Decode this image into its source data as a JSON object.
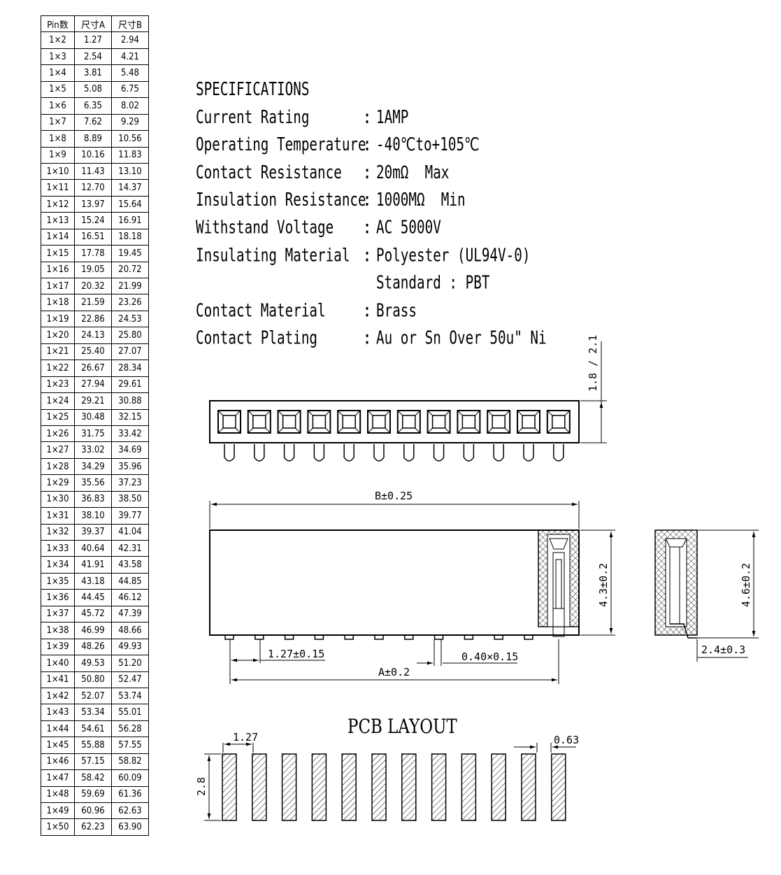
{
  "table": {
    "headers": [
      "Pin数",
      "尺寸A",
      "尺寸B"
    ],
    "rows": [
      [
        "1×2",
        "1.27",
        "2.94"
      ],
      [
        "1×3",
        "2.54",
        "4.21"
      ],
      [
        "1×4",
        "3.81",
        "5.48"
      ],
      [
        "1×5",
        "5.08",
        "6.75"
      ],
      [
        "1×6",
        "6.35",
        "8.02"
      ],
      [
        "1×7",
        "7.62",
        "9.29"
      ],
      [
        "1×8",
        "8.89",
        "10.56"
      ],
      [
        "1×9",
        "10.16",
        "11.83"
      ],
      [
        "1×10",
        "11.43",
        "13.10"
      ],
      [
        "1×11",
        "12.70",
        "14.37"
      ],
      [
        "1×12",
        "13.97",
        "15.64"
      ],
      [
        "1×13",
        "15.24",
        "16.91"
      ],
      [
        "1×14",
        "16.51",
        "18.18"
      ],
      [
        "1×15",
        "17.78",
        "19.45"
      ],
      [
        "1×16",
        "19.05",
        "20.72"
      ],
      [
        "1×17",
        "20.32",
        "21.99"
      ],
      [
        "1×18",
        "21.59",
        "23.26"
      ],
      [
        "1×19",
        "22.86",
        "24.53"
      ],
      [
        "1×20",
        "24.13",
        "25.80"
      ],
      [
        "1×21",
        "25.40",
        "27.07"
      ],
      [
        "1×22",
        "26.67",
        "28.34"
      ],
      [
        "1×23",
        "27.94",
        "29.61"
      ],
      [
        "1×24",
        "29.21",
        "30.88"
      ],
      [
        "1×25",
        "30.48",
        "32.15"
      ],
      [
        "1×26",
        "31.75",
        "33.42"
      ],
      [
        "1×27",
        "33.02",
        "34.69"
      ],
      [
        "1×28",
        "34.29",
        "35.96"
      ],
      [
        "1×29",
        "35.56",
        "37.23"
      ],
      [
        "1×30",
        "36.83",
        "38.50"
      ],
      [
        "1×31",
        "38.10",
        "39.77"
      ],
      [
        "1×32",
        "39.37",
        "41.04"
      ],
      [
        "1×33",
        "40.64",
        "42.31"
      ],
      [
        "1×34",
        "41.91",
        "43.58"
      ],
      [
        "1×35",
        "43.18",
        "44.85"
      ],
      [
        "1×36",
        "44.45",
        "46.12"
      ],
      [
        "1×37",
        "45.72",
        "47.39"
      ],
      [
        "1×38",
        "46.99",
        "48.66"
      ],
      [
        "1×39",
        "48.26",
        "49.93"
      ],
      [
        "1×40",
        "49.53",
        "51.20"
      ],
      [
        "1×41",
        "50.80",
        "52.47"
      ],
      [
        "1×42",
        "52.07",
        "53.74"
      ],
      [
        "1×43",
        "53.34",
        "55.01"
      ],
      [
        "1×44",
        "54.61",
        "56.28"
      ],
      [
        "1×45",
        "55.88",
        "57.55"
      ],
      [
        "1×46",
        "57.15",
        "58.82"
      ],
      [
        "1×47",
        "58.42",
        "60.09"
      ],
      [
        "1×48",
        "59.69",
        "61.36"
      ],
      [
        "1×49",
        "60.96",
        "62.63"
      ],
      [
        "1×50",
        "62.23",
        "63.90"
      ]
    ]
  },
  "specs": {
    "title": "SPECIFICATIONS",
    "items": [
      {
        "label": "Current Rating",
        "value": "1AMP"
      },
      {
        "label": "Operating Temperature",
        "value": "-40℃to+105℃"
      },
      {
        "label": "Contact Resistance",
        "value": "20mΩ  Max"
      },
      {
        "label": "Insulation Resistance",
        "value": "1000MΩ  Min"
      },
      {
        "label": "Withstand Voltage",
        "value": "AC 5000V"
      },
      {
        "label": "Insulating Material",
        "value": "Polyester (UL94V-0)"
      },
      {
        "label": "",
        "value": "Standard : PBT"
      },
      {
        "label": "Contact Material",
        "value": "Brass"
      },
      {
        "label": "Contact Plating",
        "value": "Au or Sn Over 50u\" Ni"
      }
    ]
  },
  "dimensions": {
    "height_top": "1.8 / 2.1",
    "b_length": "B±0.25",
    "pitch": "1.27±0.15",
    "pin_size": "0.40×0.15",
    "a_length": "A±0.2",
    "height_front": "4.3±0.2",
    "height_side": "4.6±0.2",
    "side_width": "2.4±0.3"
  },
  "pcb": {
    "title": "PCB LAYOUT",
    "pitch": "1.27",
    "pad_width": "0.63",
    "pad_height": "2.8"
  },
  "drawing": {
    "pin_count": 12
  }
}
